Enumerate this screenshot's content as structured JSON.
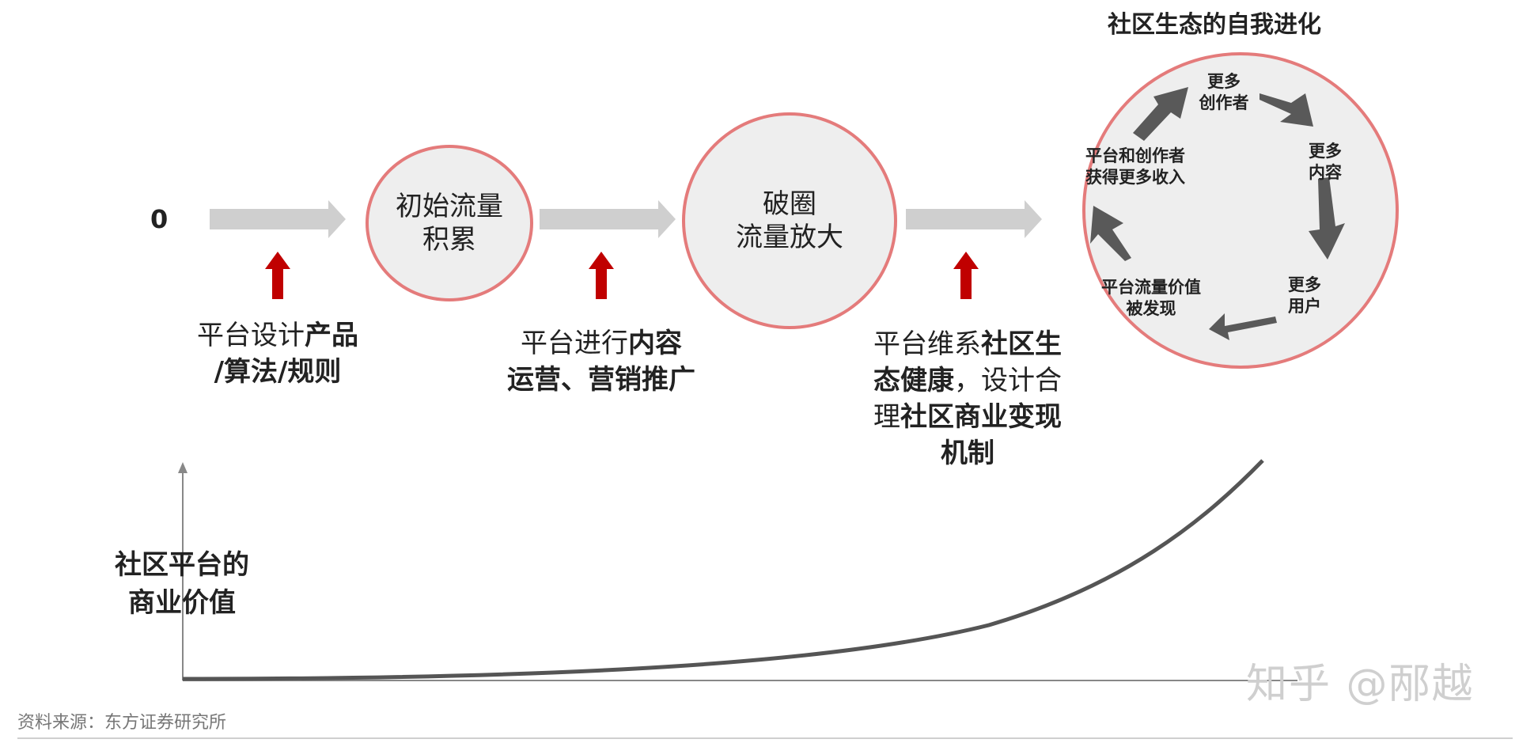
{
  "title": "社区生态的自我进化",
  "start_label": "0",
  "stages": [
    {
      "lines": [
        "初始流量",
        "积累"
      ]
    },
    {
      "lines": [
        "破圈",
        "流量放大"
      ]
    }
  ],
  "notes": [
    {
      "line1_regular": "平台设计",
      "line1_bold": "产品",
      "line2_bold": "/算法/规则"
    },
    {
      "line1_regular": "平台进行",
      "line1_bold": "内容",
      "line2_bold": "运营、营销推广"
    },
    {
      "line1_regular": "平台维系",
      "line1_bold": "社区生",
      "line2_bold": "态健康",
      "line2_regular": "，设计合",
      "line3_regular": "理",
      "line3_bold": "社区商业变现",
      "line4_bold": "机制"
    }
  ],
  "cycle": [
    {
      "lines": [
        "更多",
        "创作者"
      ]
    },
    {
      "lines": [
        "更多",
        "内容"
      ]
    },
    {
      "lines": [
        "更多",
        "用户"
      ]
    },
    {
      "lines": [
        "平台流量价值",
        "被发现"
      ]
    },
    {
      "lines": [
        "平台和创作者",
        "获得更多收入"
      ]
    }
  ],
  "y_axis_label": [
    "社区平台的",
    "商业价值"
  ],
  "source": "资料来源：东方证券研究所",
  "watermark": "知乎 @邴越",
  "colors": {
    "circle_border": "#e47b7b",
    "circle_fill": "#eeeeee",
    "flow_arrow": "#cfcfcf",
    "push_arrow": "#c00000",
    "cycle_arrow": "#595959",
    "curve": "#555555"
  }
}
